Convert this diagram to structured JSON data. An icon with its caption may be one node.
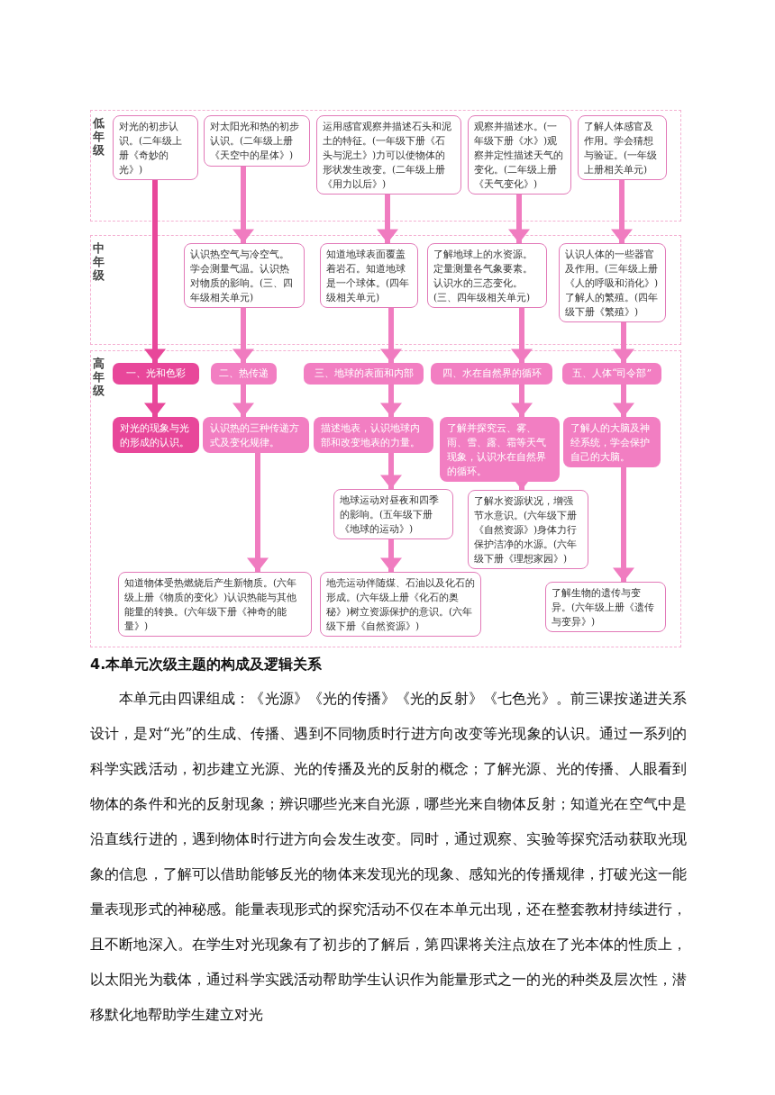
{
  "diagram": {
    "nodes": [
      {
        "text": [
          "低年级"
        ]
      },
      {
        "text": [
          "对光的初步认识。(二年级上册《奇妙的光》)"
        ],
        "in": 0
      },
      {
        "text": [
          "对太阳光和热的初步认识。(二年级上册《天空中的星体》)"
        ],
        "in": 0
      },
      {
        "text": [
          "运用感官观察并描述石头和泥土的特征。(一年级下册《石头与泥土》)力可以使物体的形状发生改变。(二年级上册《用力以后》)"
        ],
        "in": 0
      },
      {
        "text": [
          "观察并描述水。(一年级下册《水》)观察并定性描述天气的变化。(二年级上册《天气变化》)"
        ],
        "in": 0
      },
      {
        "text": [
          "了解人体感官及作用。学会猜想与验证。(一年级上册相关单元)"
        ],
        "in": 0
      },
      {
        "text": [
          "中年级"
        ]
      },
      {
        "text": [
          "认识热空气与冷空气。学会测量气温。认识热对物质的影响。(三、四年级相关单元)"
        ],
        "in": 6
      },
      {
        "text": [
          "知道地球表面覆盖着岩石。知道地球是一个球体。(四年级相关单元)"
        ],
        "in": 6
      },
      {
        "text": [
          "了解地球上的水资源。定量测量各气象要素。认识水的三态变化。(三、四年级相关单元)"
        ],
        "in": 6
      },
      {
        "text": [
          "认识人体的一些器官及作用。(三年级上册《人的呼吸和消化》)了解人的繁殖。(四年级下册《繁殖》)"
        ],
        "in": 6
      },
      {
        "text": [
          "高年级"
        ]
      },
      {
        "text": [
          "一、光和色彩"
        ],
        "in": 11
      },
      {
        "text": [
          "二、热传递"
        ],
        "in": 11
      },
      {
        "text": [
          "三、地球的表面和内部"
        ],
        "in": 11
      },
      {
        "text": [
          "四、水在自然界的循环"
        ],
        "in": 11
      },
      {
        "text": [
          "五、人体“司令部”"
        ],
        "in": 11
      },
      {
        "text": [
          "对光的现象与光的形成的认识。"
        ],
        "in": 11
      },
      {
        "text": [
          "认识热的三种传递方式及变化规律。"
        ],
        "in": 11
      },
      {
        "text": [
          "描述地表，认识地球内部和改变地表的力量。"
        ],
        "in": 11
      },
      {
        "text": [
          "了解并探究云、雾、雨、雪、露、霜等天气现象，认识水在自然界的循环。"
        ],
        "in": 11
      },
      {
        "text": [
          "了解人的大脑及神经系统，学会保护自己的大脑。"
        ],
        "in": 11
      },
      {
        "text": [
          "地球运动对昼夜和四季的影响。(五年级下册《地球的运动》)"
        ],
        "in": 11
      },
      {
        "text": [
          "了解水资源状况，增强节水意识。(六年级下册《自然资源》)身体力行保护洁净的水源。(六年级下册《理想家园》)"
        ],
        "in": 11
      },
      {
        "text": [
          "知道物体受热燃烧后产生新物质。(六年级上册《物质的变化》)认识热能与其他能量的转换。(六年级下册《神奇的能量》)"
        ],
        "in": 11
      },
      {
        "text": [
          "地壳运动伴随煤、石油以及化石的形成。(六年级上册《化石的奥秘》)树立资源保护的意识。(六年级下册《自然资源》)"
        ],
        "in": 11
      },
      {
        "text": [
          "了解生物的遗传与变异。(六年级上册《遗传与变异》)"
        ],
        "in": 11
      }
    ],
    "edges": [
      {
        "from": 1,
        "to": 12,
        "arrow": "to",
        "color": "#e8479a"
      },
      {
        "from": 2,
        "to": 7,
        "arrow": "to"
      },
      {
        "from": 3,
        "to": 8,
        "arrow": "to"
      },
      {
        "from": 4,
        "to": 9,
        "arrow": "to"
      },
      {
        "from": 5,
        "to": 10,
        "arrow": "to"
      },
      {
        "from": 7,
        "to": 13,
        "arrow": "to"
      },
      {
        "from": 8,
        "to": 14,
        "arrow": "to"
      },
      {
        "from": 9,
        "to": 15,
        "arrow": "to"
      },
      {
        "from": 10,
        "to": 16,
        "arrow": "to"
      },
      {
        "from": 12,
        "to": 17,
        "arrow": "to",
        "color": "#e8479a"
      },
      {
        "from": 13,
        "to": 18,
        "arrow": "to"
      },
      {
        "from": 14,
        "to": 19,
        "arrow": "to"
      },
      {
        "from": 15,
        "to": 20,
        "arrow": "to"
      },
      {
        "from": 16,
        "to": 21,
        "arrow": "to"
      },
      {
        "from": 18,
        "to": 24,
        "arrow": "to"
      },
      {
        "from": 19,
        "to": 22,
        "arrow": "to"
      },
      {
        "from": 22,
        "to": 25,
        "arrow": "to"
      },
      {
        "from": 20,
        "to": 23,
        "arrow": "to"
      },
      {
        "from": 21,
        "to": 26,
        "arrow": "to"
      }
    ],
    "labels": [
      "4.本单元次级主题的构成及逻辑关系",
      "本单元由四课组成：《光源》《光的传播》《光的反射》《七色光》。前三课按递进关系设计，是对“光”的生成、传播、遇到不同物质时行进方向改变等光现象的认识。通过一系列的科学实践活动，初步建立光源、光的传播及光的反射的概念；了解光源、光的传播、人眼看到物体的条件和光的反射现象；辨识哪些光来自光源，哪些光来自物体反射；知道光在空气中是沿直线行进的，遇到物体时行进方向会发生改变。同时，通过观察、实验等探究活动获取光现象的信息，了解可以借助能够反光的物体来发现光的现象、感知光的传播规律，打破光这一能量表现形式的神秘感。能量表现形式的探究活动不仅在本单元出现，还在整套教材持续进行，且不断地深入。在学生对光现象有了初步的了解后，第四课将关注点放在了光本体的性质上，以太阳光为载体，通过科学实践活动帮助学生认识作为能量形式之一的光的种类及层次性，潜移默化地帮助学生建立对光"
    ]
  }
}
